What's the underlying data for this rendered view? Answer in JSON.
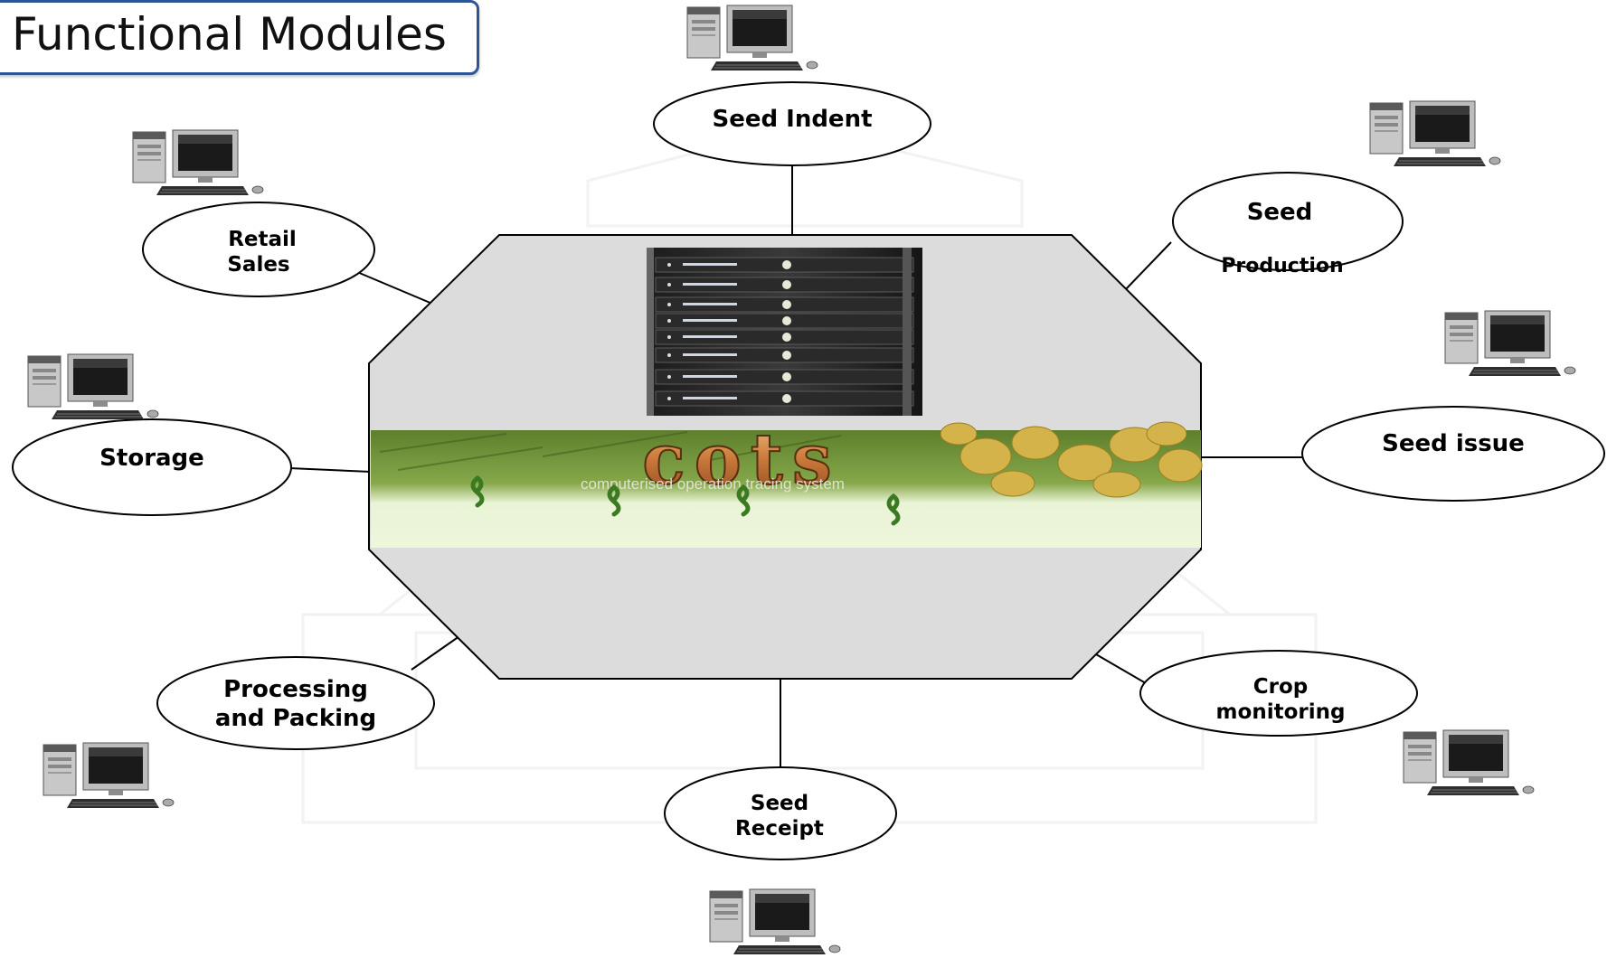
{
  "title": "Functional Modules",
  "central_system": {
    "logo_text": "cots",
    "subtitle": "computerised operation tracing system"
  },
  "modules": {
    "seed_indent": "Seed Indent",
    "seed_production_1": "Seed",
    "seed_production_2": "Production",
    "retail_sales_1": "Retail",
    "retail_sales_2": "Sales",
    "storage": "Storage",
    "seed_issue": "Seed issue",
    "processing_packing_1": "Processing",
    "processing_packing_2": "and Packing",
    "crop_monitoring_1": "Crop",
    "crop_monitoring_2": "monitoring",
    "seed_receipt_1": "Seed",
    "seed_receipt_2": "Receipt"
  },
  "icons": [
    "server-rack-image",
    "computer-icon"
  ],
  "colors": {
    "title_border": "#2f5597",
    "hub_fill": "#dcdcdc",
    "banner_green": "#6b8f35",
    "banner_light": "#e8f2d2",
    "logo_orange": "#c9783a"
  }
}
